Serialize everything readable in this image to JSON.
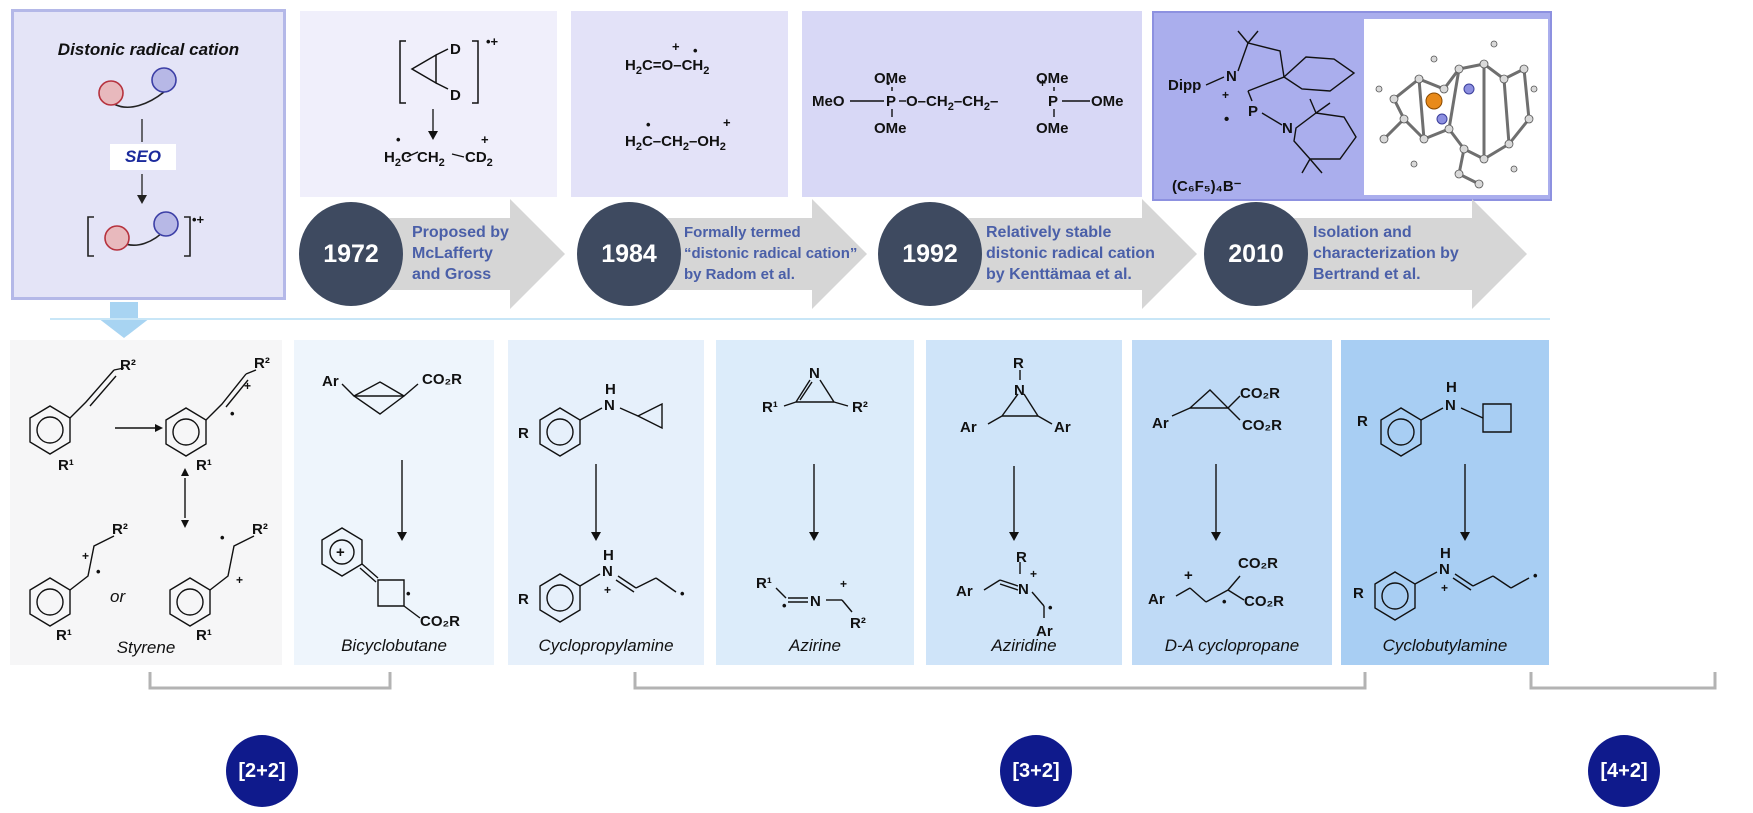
{
  "colors": {
    "concept_bg": "#e4e4f7",
    "concept_border": "#b4b8e8",
    "year_circle": "#3e4a60",
    "timeline_text": "#4a5fa8",
    "badge": "#0f1a8c",
    "arrow_gray": "#d6d6d6"
  },
  "concept": {
    "title": "Distonic radical cation",
    "seo_label": "SEO"
  },
  "timeline": [
    {
      "year": "1972",
      "line1": "Proposed by",
      "line2": "McLafferty",
      "line3": "and Gross"
    },
    {
      "year": "1984",
      "line1": "Formally termed",
      "line2": "“distonic radical cation”",
      "line3": "by Radom et al."
    },
    {
      "year": "1992",
      "line1": "Relatively stable",
      "line2": "distonic radical cation",
      "line3": "by Kenttämaa et al."
    },
    {
      "year": "2010",
      "line1": "Isolation and",
      "line2": "characterization by",
      "line3": "Bertrand et al."
    }
  ],
  "substrates": [
    {
      "name": "Styrene",
      "or_label": "or"
    },
    {
      "name": "Bicyclobutane"
    },
    {
      "name": "Cyclopropylamine"
    },
    {
      "name": "Azirine"
    },
    {
      "name": "Aziridine"
    },
    {
      "name": "D-A cyclopropane"
    },
    {
      "name": "Cyclobutylamine"
    }
  ],
  "cycloadditions": [
    "[2+2]",
    "[3+2]",
    "[4+2]"
  ],
  "chem_labels": {
    "mol1972_top_D": "D",
    "mol1972_bot_D": "D",
    "radcat": "•+",
    "radcat_small": "•+",
    "mol1984_a": "H₂C=O–CH₂",
    "mol1984_b": "H₂C–CH₂–OH₂",
    "mol1992_ome": "OMe",
    "mol1992_meo": "MeO",
    "mol1992_chain": "O–CH₂–CH₂",
    "mol1992_p": "P",
    "mol2010_dipp": "Dipp",
    "mol2010_n": "N",
    "mol2010_p": "P",
    "mol2010_borate": "(C₆F₅)₄B⁻",
    "ar": "Ar",
    "co2r": "CO₂R",
    "r": "R",
    "r1": "R¹",
    "r2": "R²",
    "n": "N",
    "h": "H",
    "plus": "+",
    "dot": "•"
  }
}
